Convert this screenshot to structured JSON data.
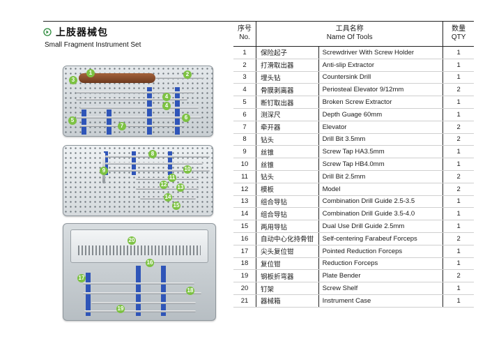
{
  "header": {
    "title_cn": "上肢器械包",
    "title_en": "Small Fragment Instrument Set"
  },
  "table": {
    "columns": {
      "no_cn": "序号",
      "no_en": "No.",
      "name_cn": "工具名称",
      "name_en": "Name Of Tools",
      "qty_cn": "数量",
      "qty_en": "QTY"
    },
    "rows": [
      {
        "no": "1",
        "cn": "保险起子",
        "en": "Screwdriver With Screw Holder",
        "qty": "1"
      },
      {
        "no": "2",
        "cn": "打滑取出器",
        "en": "Anti-slip Extractor",
        "qty": "1"
      },
      {
        "no": "3",
        "cn": "埋头钻",
        "en": "Countersink Drill",
        "qty": "1"
      },
      {
        "no": "4",
        "cn": "骨膜剥离器",
        "en": "Periosteal Elevator 9/12mm",
        "qty": "2"
      },
      {
        "no": "5",
        "cn": "断钉取出器",
        "en": "Broken Screw Extractor",
        "qty": "1"
      },
      {
        "no": "6",
        "cn": "测深尺",
        "en": "Depth Guage 60mm",
        "qty": "1"
      },
      {
        "no": "7",
        "cn": "牵开器",
        "en": "Elevator",
        "qty": "2"
      },
      {
        "no": "8",
        "cn": "钻头",
        "en": "Drill Bit 3.5mm",
        "qty": "2"
      },
      {
        "no": "9",
        "cn": "丝锥",
        "en": "Screw Tap HA3.5mm",
        "qty": "1"
      },
      {
        "no": "10",
        "cn": "丝锥",
        "en": "Screw Tap HB4.0mm",
        "qty": "1"
      },
      {
        "no": "11",
        "cn": "钻头",
        "en": "Drill Bit 2.5mm",
        "qty": "2"
      },
      {
        "no": "12",
        "cn": "模板",
        "en": "Model",
        "qty": "2"
      },
      {
        "no": "13",
        "cn": "组合导钻",
        "en": "Combination Drill Guide 2.5-3.5",
        "qty": "1"
      },
      {
        "no": "14",
        "cn": "组合导钻",
        "en": "Combination Drill Guide 3.5-4.0",
        "qty": "1"
      },
      {
        "no": "15",
        "cn": "两用导钻",
        "en": "Dual Use Drill Guide 2.5mm",
        "qty": "1"
      },
      {
        "no": "16",
        "cn": "自动中心化持骨钳",
        "en": "Self-centering Farabeuf Forceps",
        "qty": "2"
      },
      {
        "no": "17",
        "cn": "尖头复位钳",
        "en": "Pointed Reduction Forceps",
        "qty": "1"
      },
      {
        "no": "18",
        "cn": "复位钳",
        "en": "Reduction Forceps",
        "qty": "1"
      },
      {
        "no": "19",
        "cn": "钢板折弯器",
        "en": "Plate Bender",
        "qty": "2"
      },
      {
        "no": "20",
        "cn": "钉架",
        "en": "Screw Shelf",
        "qty": "1"
      },
      {
        "no": "21",
        "cn": "器械箱",
        "en": "Instrument Case",
        "qty": "1"
      }
    ]
  },
  "figure": {
    "tray_top_tags": [
      "1",
      "2",
      "3",
      "4",
      "4",
      "5",
      "6",
      "7"
    ],
    "tray_mid_tags": [
      "8",
      "9",
      "10",
      "11",
      "12",
      "13",
      "14",
      "15"
    ],
    "tray_bottom_tags": [
      "20",
      "16",
      "17",
      "18",
      "19"
    ],
    "tag_color": "#7dc243",
    "band_color": "#2f55b8"
  },
  "colors": {
    "text": "#1a1a1a",
    "rule": "#222222",
    "row_rule": "#cfcfcf"
  }
}
